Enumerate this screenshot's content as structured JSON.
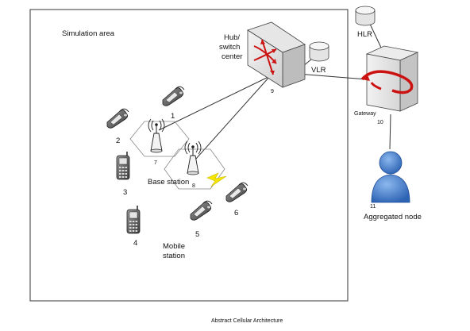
{
  "diagram": {
    "simulation_area_label": "Simulation area",
    "hub_label_line1": "Hub/",
    "hub_label_line2": "switch",
    "hub_label_line3": "center",
    "hub_number": "9",
    "vlr_label": "VLR",
    "hlr_label": "HLR",
    "gateway_label": "Gateway",
    "gateway_number": "10",
    "aggregated_node_number": "11",
    "aggregated_node_label": "Aggregated node",
    "base_station_label": "Base station",
    "base_station_numbers": [
      "7",
      "8"
    ],
    "mobile_station_line1": "Mobile",
    "mobile_station_line2": "station",
    "phone_numbers": [
      "1",
      "2",
      "3",
      "4",
      "5",
      "6"
    ],
    "caption": "Abstract Cellular Architecture"
  },
  "colors": {
    "hub_accent": "#cc1111",
    "gateway_accent": "#cc1111",
    "person_fill": "#3f7fd0",
    "lightning": "#f5e600",
    "phone_body": "#444444"
  },
  "icons": [
    "hub-switch-icon",
    "database-icon",
    "server-icon",
    "person-icon",
    "antenna-tower-icon",
    "flip-phone-icon",
    "candybar-phone-icon",
    "lightning-icon"
  ]
}
